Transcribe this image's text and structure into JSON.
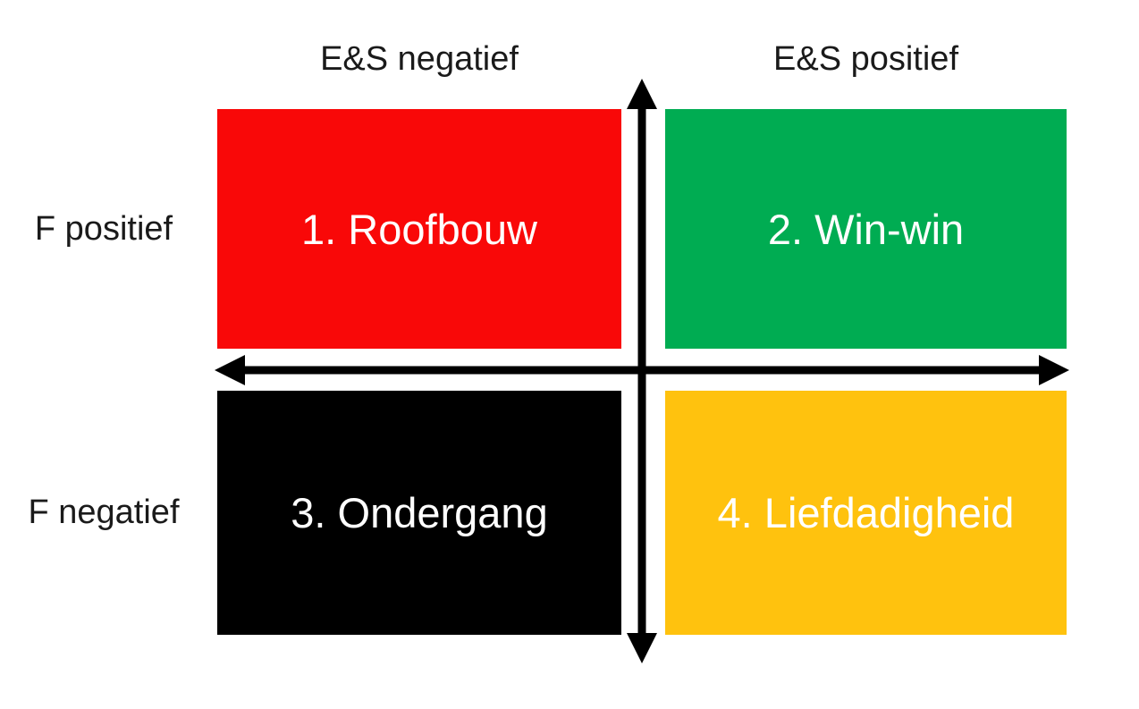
{
  "diagram": {
    "axis_labels": {
      "top_left": "E&S negatief",
      "top_right": "E&S positief",
      "left_top": "F positief",
      "left_bottom": "F negatief"
    },
    "quadrants": [
      {
        "label": "1. Roofbouw",
        "color": "#F90808",
        "text_color": "#FFFFFF"
      },
      {
        "label": "2. Win-win",
        "color": "#00AC52",
        "text_color": "#FFFFFF"
      },
      {
        "label": "3. Ondergang",
        "color": "#000000",
        "text_color": "#FFFFFF"
      },
      {
        "label": "4. Liefdadigheid",
        "color": "#FFC20E",
        "text_color": "#FFFFFF"
      }
    ],
    "arrows": {
      "color": "#000000",
      "horizontal_axis": "E&S axis (left-right double arrow)",
      "vertical_axis": "F axis (up-down double arrow)"
    },
    "background": "#FFFFFF",
    "label_color": "#1A1A1A"
  }
}
